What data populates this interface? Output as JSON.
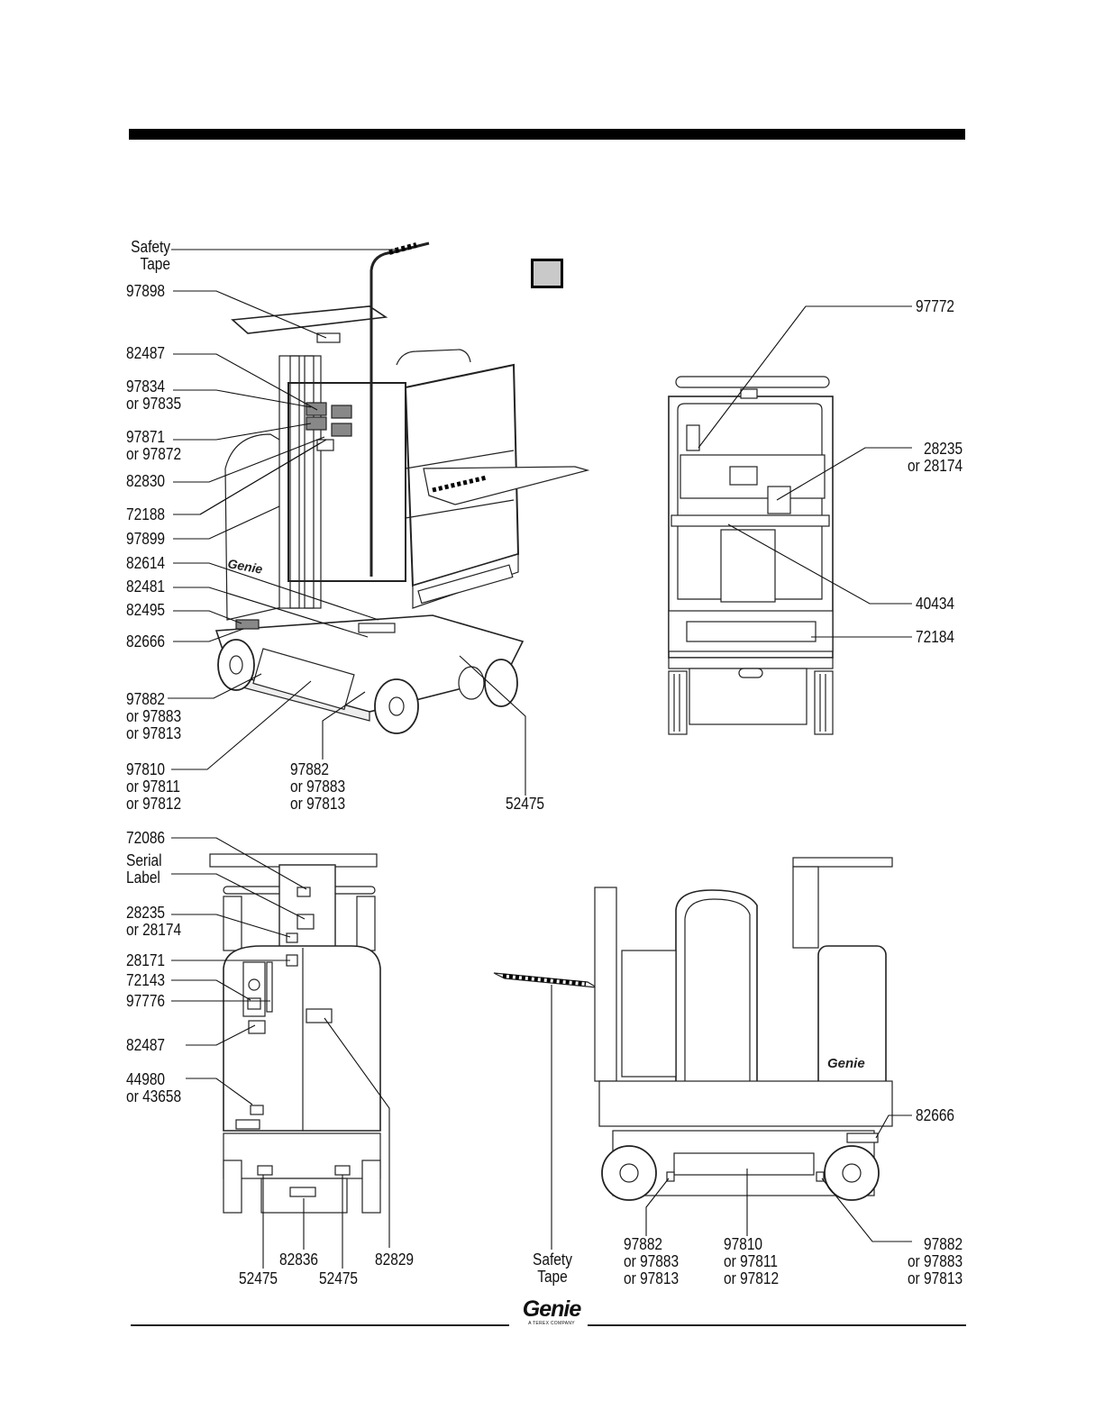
{
  "callouts": {
    "safety_tape_top": "Safety\nTape",
    "p97898": "97898",
    "p82487": "82487",
    "p97834": "97834\nor 97835",
    "p97871": "97871\nor 97872",
    "p82830": "82830",
    "p72188": "72188",
    "p97899": "97899",
    "p82614": "82614",
    "p82481": "82481",
    "p82495": "82495",
    "p82666_left": "82666",
    "p97882_a": "97882\nor 97883\nor 97813",
    "p97810_a": "97810\nor 97811\nor 97812",
    "p97882_b": "97882\nor 97883\nor 97813",
    "p52475_top": "52475",
    "p97772": "97772",
    "p28235_right": "28235\nor 28174",
    "p40434": "40434",
    "p72184": "72184",
    "p72086": "72086",
    "serial_label": "Serial\nLabel",
    "p28235_left": "28235\nor 28174",
    "p28171": "28171",
    "p72143": "72143",
    "p97776": "97776",
    "p82487_b": "82487",
    "p44980": "44980\nor 43658",
    "p52475_bl": "52475",
    "p82836": "82836",
    "p52475_br": "52475",
    "p82829": "82829",
    "safety_tape_bottom": "Safety\nTape",
    "p97882_c": "97882\nor 97883\nor 97813",
    "p97810_c": "97810\nor 97811\nor 97812",
    "p97882_d": "97882\nor 97883\nor 97813",
    "p82666_right": "82666"
  },
  "machine_logo_text": "Genie",
  "footer": {
    "logo": "Genie",
    "logo_sub": "A TEREX COMPANY"
  }
}
